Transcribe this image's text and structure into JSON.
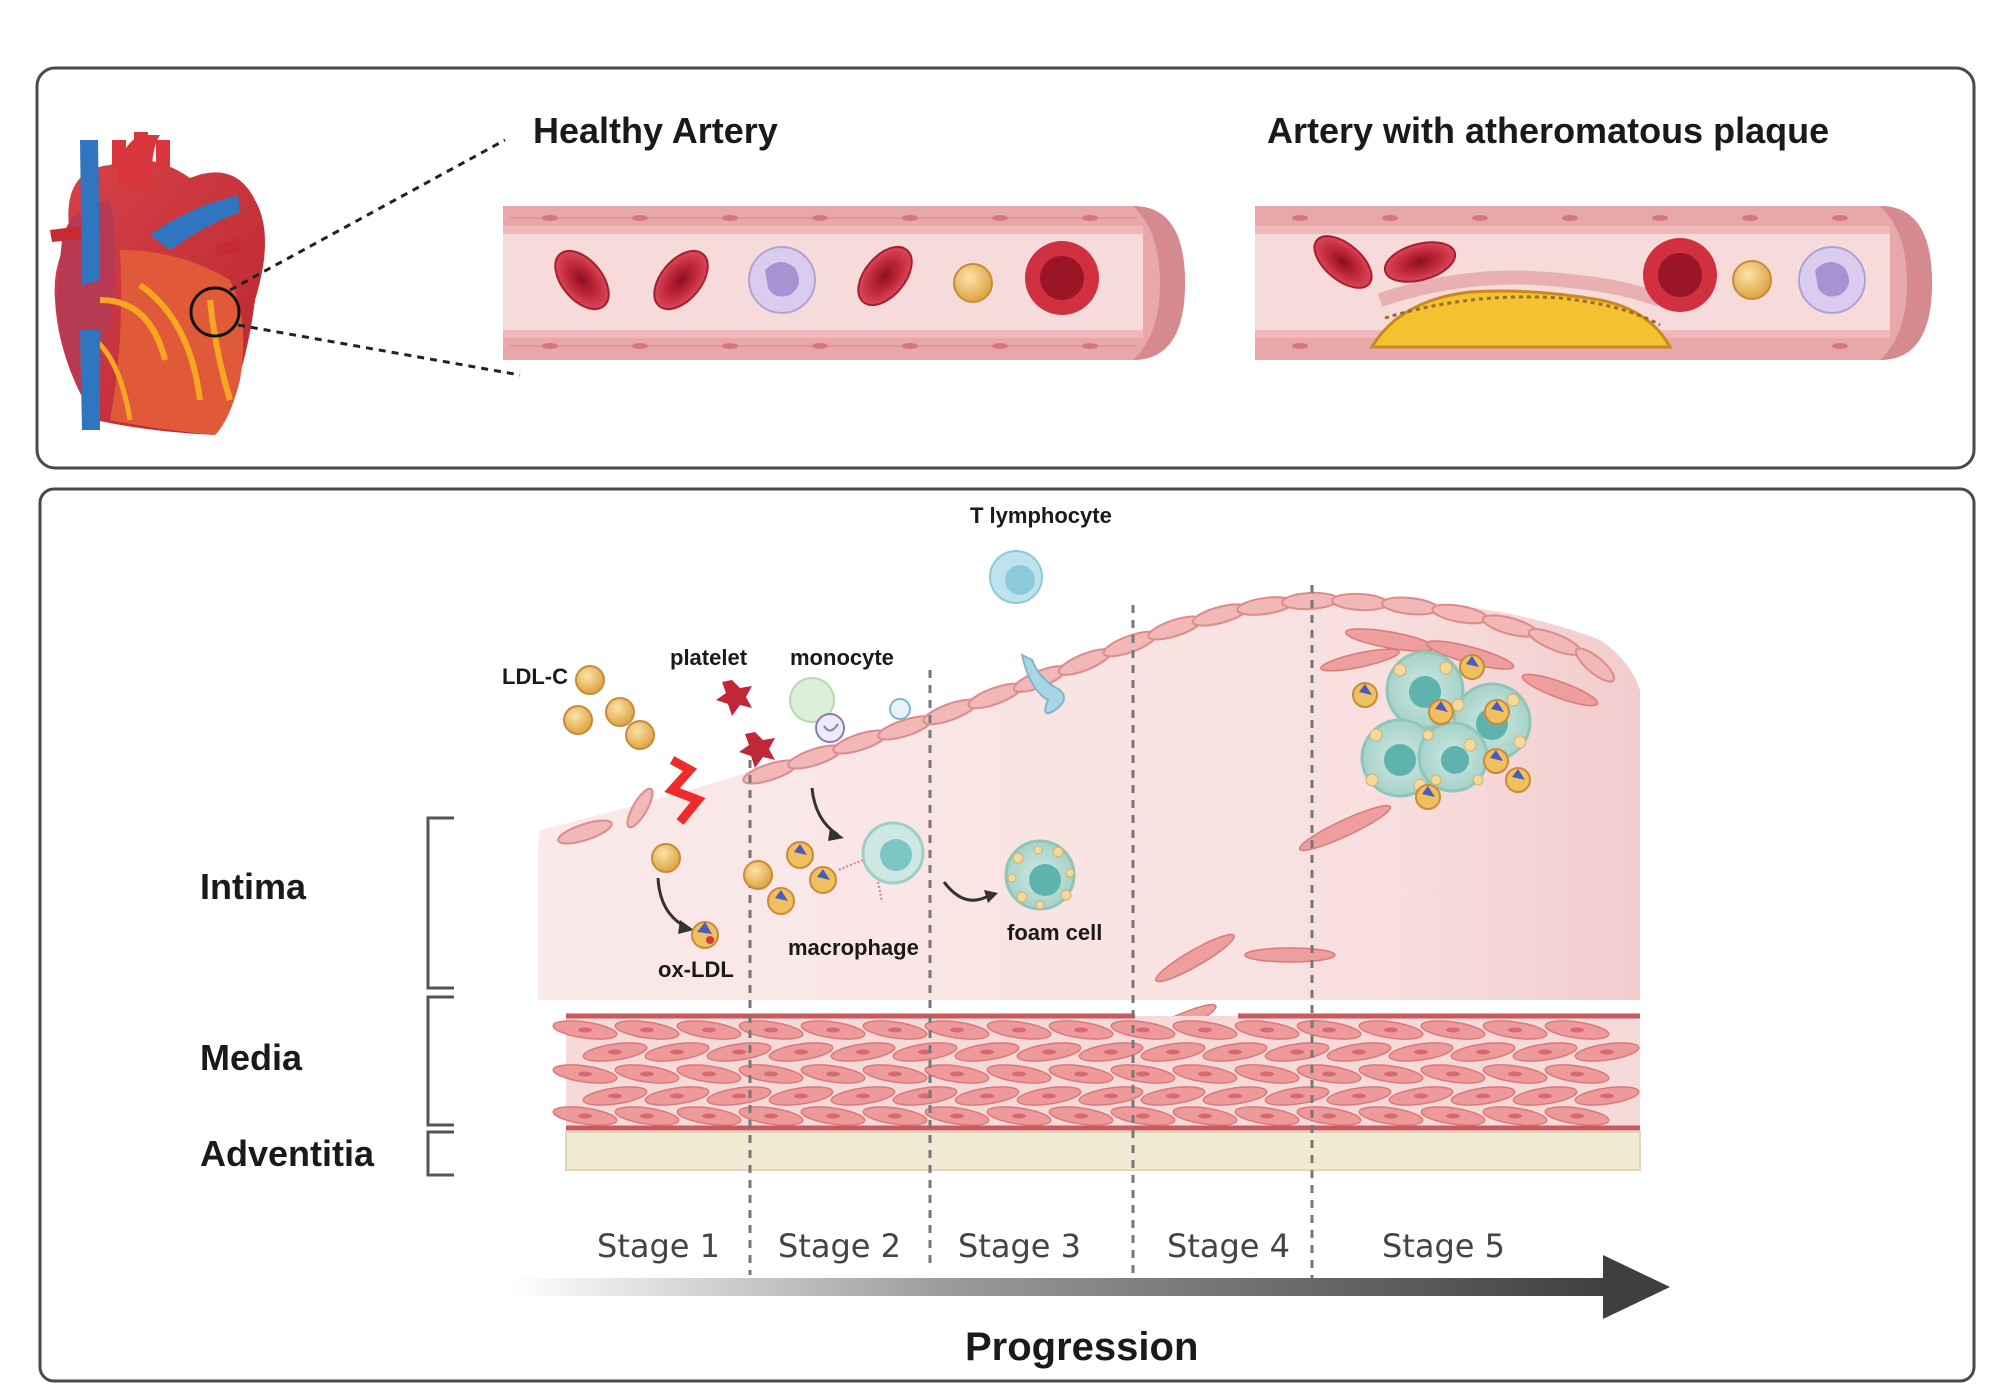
{
  "top_panel": {
    "healthy_title": "Healthy Artery",
    "plaque_title": "Artery with atheromatous plaque"
  },
  "bottom_panel": {
    "layers": [
      "Intima",
      "Media",
      "Adventitia"
    ],
    "cells": {
      "ldl": "LDL-C",
      "platelet": "platelet",
      "monocyte": "monocyte",
      "t_cell": "T lymphocyte",
      "ox_ldl": "ox-LDL",
      "macrophage": "macrophage",
      "foam_cell": "foam cell"
    },
    "stages": [
      "Stage 1",
      "Stage 2",
      "Stage 3",
      "Stage 4",
      "Stage 5"
    ],
    "progression": "Progression"
  },
  "colors": {
    "rbc": "#c0283a",
    "vessel_wall": "#e39a9a",
    "plaque_fat": "#f2c230",
    "intima": "#f8e4e4",
    "media": "#eba3a3",
    "adventitia": "#f3ead3",
    "macrophage": "#7cc6c6"
  }
}
